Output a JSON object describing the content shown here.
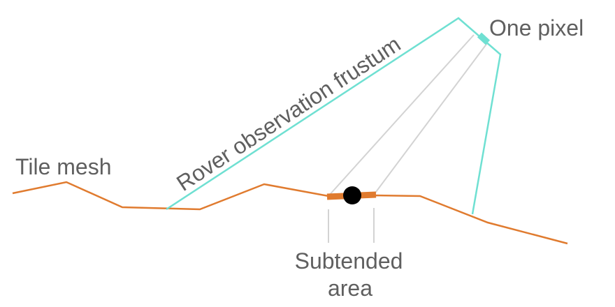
{
  "labels": {
    "tile_mesh": "Tile mesh",
    "frustum": "Rover observation frustum",
    "one_pixel": "One pixel",
    "subtended_line1": "Subtended",
    "subtended_line2": "area"
  },
  "colors": {
    "mesh": "#e07b2f",
    "frustum": "#6fe0d2",
    "pixel_ray": "#d3d3d3",
    "point": "#000000",
    "label": "#5f5f5f",
    "pixel_marker": "#6fe0d2"
  }
}
